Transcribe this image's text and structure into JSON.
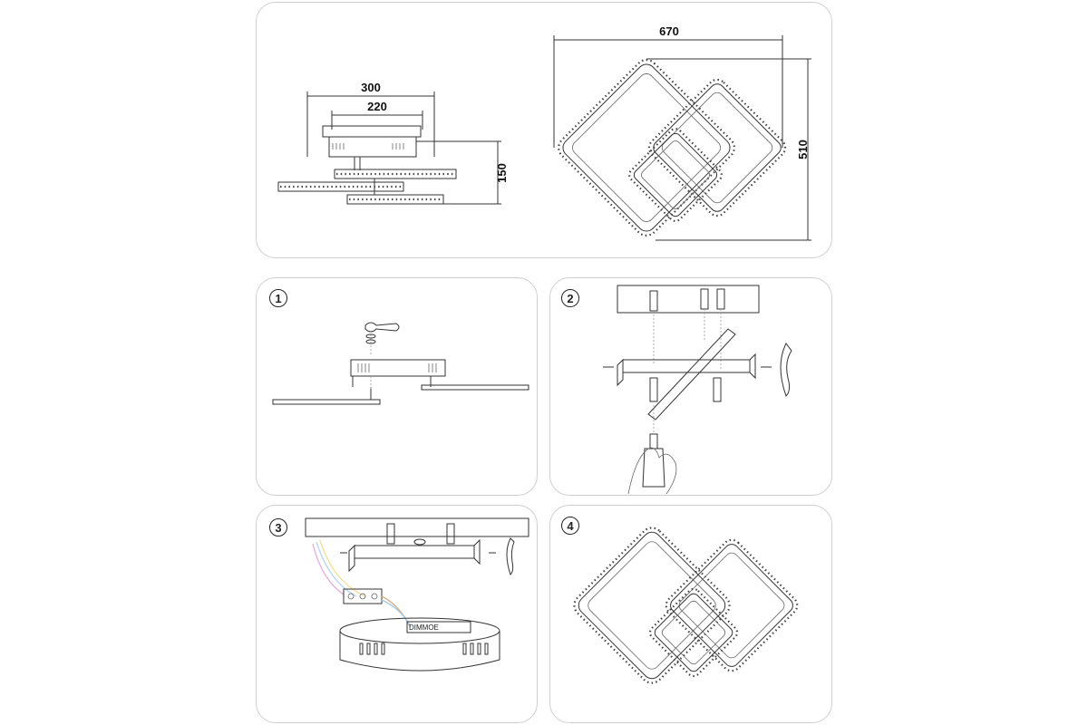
{
  "dimensions": {
    "width_outer": "300",
    "width_inner": "220",
    "height": "150",
    "plan_width": "670",
    "plan_depth": "510"
  },
  "steps": [
    {
      "number": "1"
    },
    {
      "number": "2"
    },
    {
      "number": "3"
    },
    {
      "number": "4"
    }
  ],
  "driver_label": "DIMMOE"
}
